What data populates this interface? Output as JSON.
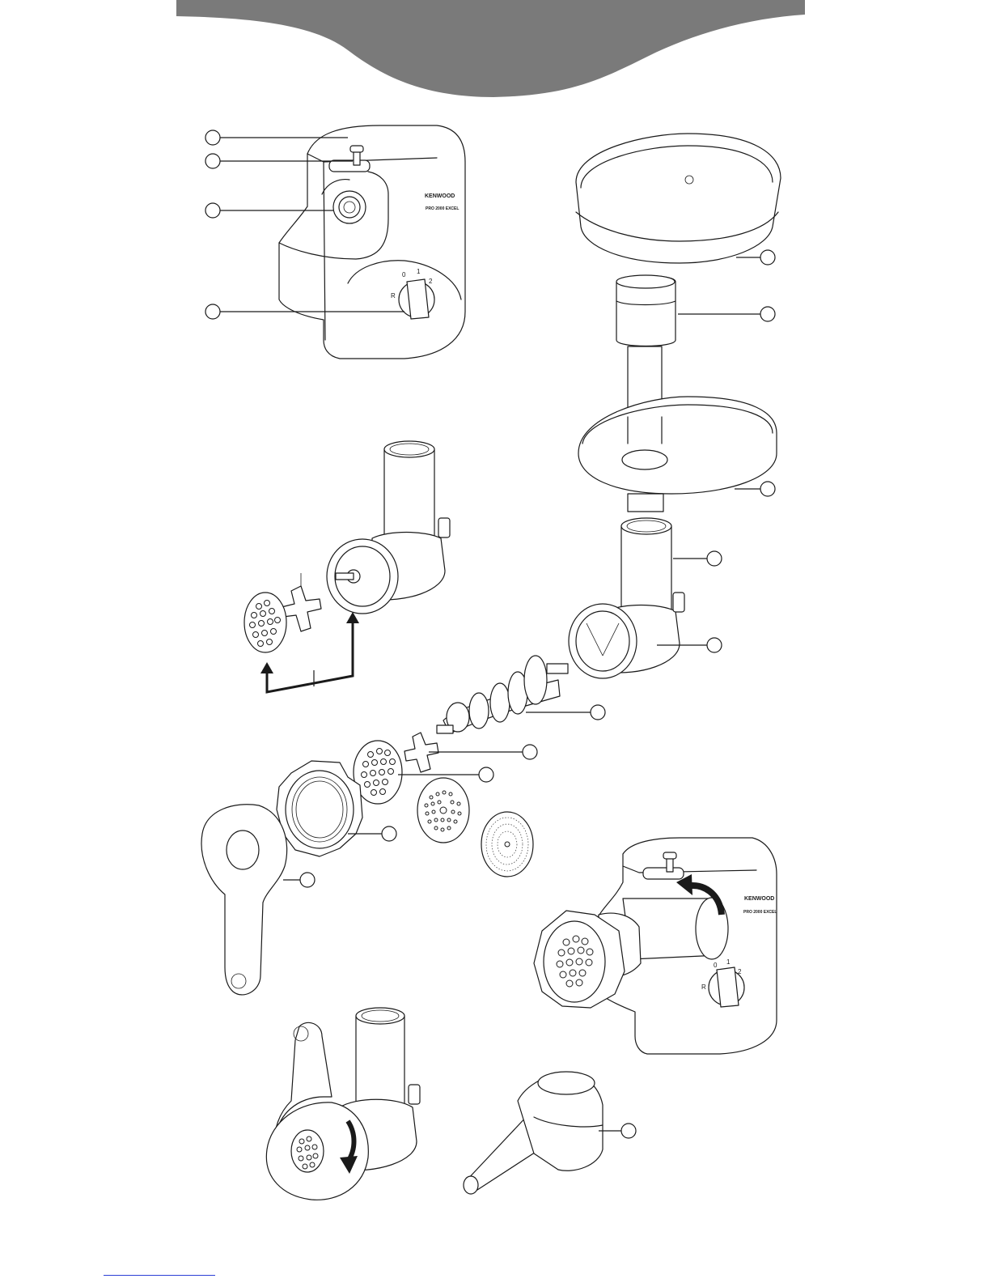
{
  "header": {
    "band_color": "#7a7a7a"
  },
  "motor_unit": {
    "brand": "KENWOOD",
    "model": "PRO 2000 EXCEL",
    "dial_labels": [
      "0",
      "1",
      "2",
      "R"
    ]
  },
  "callouts": {
    "count": 16,
    "style": "empty-circle"
  },
  "footer": {
    "link_color": "#2b3fd6"
  }
}
